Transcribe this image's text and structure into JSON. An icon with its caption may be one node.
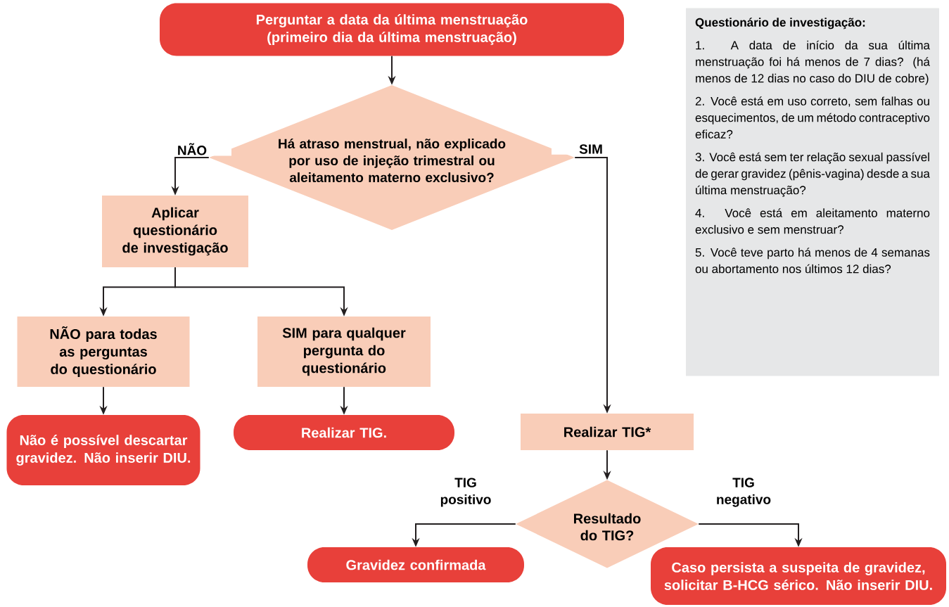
{
  "diagram": {
    "nodes": [
      {
        "text": [
          "Perguntar a data da última menstruação (primeiro dia da última menstruação)"
        ]
      },
      {
        "text": [
          "Há atraso menstrual, não explicado por uso de injeção trimestral ou aleitamento materno exclusivo?"
        ]
      },
      {
        "text": [
          "Aplicar questionário de investigação"
        ]
      },
      {
        "text": [
          "NÃO para todas as perguntas do questionário"
        ]
      },
      {
        "text": [
          "SIM para qualquer pergunta do questionário"
        ]
      },
      {
        "text": [
          "Não é possível descartar gravidez. Não inserir DIU."
        ]
      },
      {
        "text": [
          "Realizar TIG."
        ]
      },
      {
        "text": [
          "Realizar TIG*"
        ]
      },
      {
        "text": [
          "Resultado do TIG?"
        ]
      },
      {
        "text": [
          "Gravidez confirmada"
        ]
      },
      {
        "text": [
          "Caso persista a suspeita de gravidez, solicitar B-HCG sérico. Não inserir DIU."
        ]
      },
      {
        "text": [
          "Questionário de investigação:",
          "1. A data de início da sua última menstruação foi há menos de 7 dias? (há menos de 12 dias no caso do DIU de cobre)",
          "2. Você está em uso correto, sem falhas ou esquecimentos, de um método contraceptivo eficaz?",
          "3. Você está sem ter relação sexual passível de gerar gravidez (pênis-vagina) desde a sua última menstruação?",
          "4. Você está em aleitamento materno exclusivo e sem menstruar?",
          "5. Você teve parto há menos de 4 semanas ou abortamento nos últimos 12 dias?"
        ]
      }
    ],
    "edges": [
      {
        "from": 0,
        "to": 1,
        "arrow": "to"
      },
      {
        "from": 1,
        "to": 2,
        "arrow": "to",
        "label": "NÃO"
      },
      {
        "from": 1,
        "to": 7,
        "arrow": "to",
        "label": "SIM"
      },
      {
        "from": 2,
        "to": 3,
        "arrow": "to"
      },
      {
        "from": 2,
        "to": 4,
        "arrow": "to"
      },
      {
        "from": 3,
        "to": 5,
        "arrow": "to"
      },
      {
        "from": 4,
        "to": 6,
        "arrow": "to"
      },
      {
        "from": 7,
        "to": 8,
        "arrow": "to"
      },
      {
        "from": 8,
        "to": 9,
        "arrow": "to",
        "label": "TIG positivo"
      },
      {
        "from": 8,
        "to": 10,
        "arrow": "to",
        "label": "TIG negativo"
      }
    ]
  }
}
